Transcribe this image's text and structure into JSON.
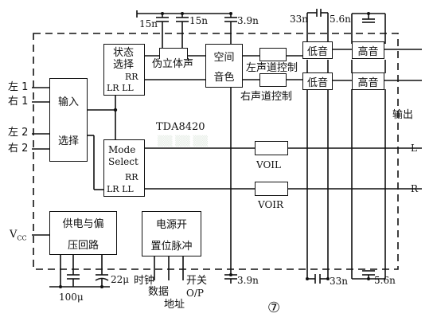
{
  "inputs": {
    "left1": "左 1",
    "right1": "右 1",
    "left2": "左 2",
    "right2": "右 2"
  },
  "blocks": {
    "input_select": {
      "line1": "输入",
      "line2": "选择"
    },
    "state_select": {
      "line1": "状态",
      "line2": "选择",
      "rr": "RR",
      "lr_ll": "LR LL"
    },
    "pseudo_stereo": "伪立体声",
    "spatial": {
      "line1": "空间",
      "line2": "音色"
    },
    "bass_top": "低音",
    "treble_top": "高音",
    "bass_mid": "低音",
    "treble_mid": "高音",
    "mode_select": {
      "line1": "Mode",
      "line2": "Select",
      "rr": "RR",
      "lr_ll": "LR LL"
    },
    "voil": "VOIL",
    "voir": "VOIR",
    "power_bias": {
      "line1": "供电与偏",
      "line2": "压回路"
    },
    "power_reset": {
      "line1": "电源开",
      "line2": "置位脉冲"
    }
  },
  "labels": {
    "chip": "TDA8420",
    "left_channel_ctrl": "左声道控制",
    "right_channel_ctrl": "右声道控制",
    "output": "输出",
    "out_l": "L",
    "out_r": "R",
    "vcc": "V",
    "vcc_sub": "CC",
    "clock": "时钟",
    "data": "数据",
    "address": "地址",
    "switch": "开关",
    "op": "O/P",
    "figure_no": "⑦"
  },
  "components": {
    "cap_15n_left": "15n",
    "cap_15n_right": "15n",
    "cap_3_9n_top": "3.9n",
    "cap_33n_top": "33n",
    "cap_5_6n_top": "5.6n",
    "cap_3_9n_bottom": "3.9n",
    "cap_33n_bottom": "33n",
    "cap_5_6n_bottom": "5.6n",
    "cap_22u": "22μ",
    "cap_100u": "100μ"
  }
}
